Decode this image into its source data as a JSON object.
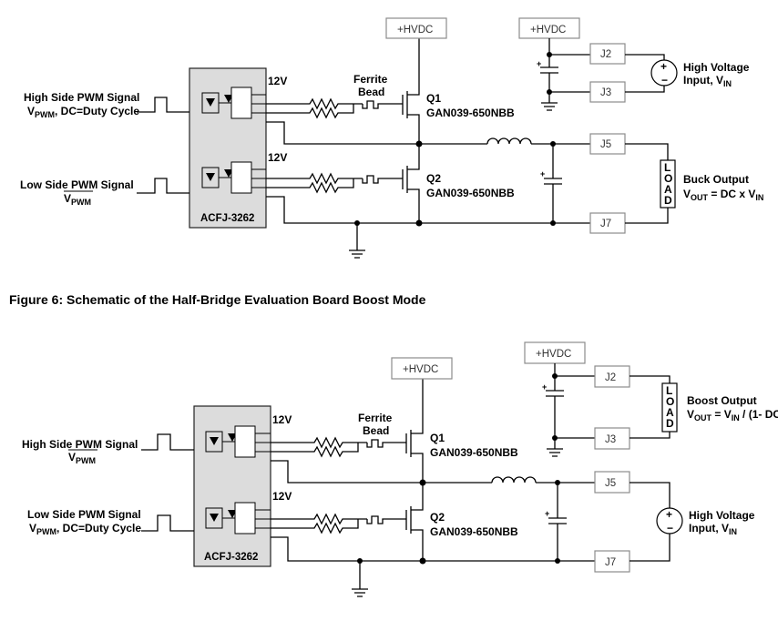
{
  "buck": {
    "hvdc_top": "+HVDC",
    "hvdc_right": "+HVDC",
    "j2": "J2",
    "j3": "J3",
    "j5": "J5",
    "j7": "J7",
    "high_voltage_input": "High Voltage",
    "high_voltage_input2": "Input, V",
    "high_voltage_sub": "IN",
    "high_side_label": "High Side PWM Signal",
    "high_side_v": "V",
    "high_side_v_sub": "PWM",
    "high_side_dc": ", DC=Duty Cycle",
    "low_side_label": "Low Side PWM Signal",
    "low_side_v": "V",
    "low_side_v_sub": "PWM",
    "v12_a": "12V",
    "v12_b": "12V",
    "ferrite1": "Ferrite",
    "ferrite2": "Bead",
    "q1": "Q1",
    "q1_part": "GAN039-650NBB",
    "q2": "Q2",
    "q2_part": "GAN039-650NBB",
    "ic_label": "ACFJ-3262",
    "load": [
      "L",
      "O",
      "A",
      "D"
    ],
    "output_title": "Buck Output",
    "output_eq_v": "V",
    "output_eq_sub": "OUT",
    "output_eq": " = DC x V",
    "output_eq_sub2": "IN"
  },
  "caption": "Figure 6:  Schematic of the Half-Bridge Evaluation Board Boost Mode",
  "boost": {
    "hvdc_top": "+HVDC",
    "hvdc_right": "+HVDC",
    "j2": "J2",
    "j3": "J3",
    "j5": "J5",
    "j7": "J7",
    "high_side_label": "High Side PWM Signal",
    "high_side_v": "V",
    "high_side_v_sub": "PWM",
    "low_side_label": "Low Side PWM Signal",
    "low_side_v": "V",
    "low_side_v_sub": "PWM",
    "low_side_dc": ", DC=Duty Cycle",
    "v12_a": "12V",
    "v12_b": "12V",
    "ferrite1": "Ferrite",
    "ferrite2": "Bead",
    "q1": "Q1",
    "q1_part": "GAN039-650NBB",
    "q2": "Q2",
    "q2_part": "GAN039-650NBB",
    "ic_label": "ACFJ-3262",
    "load": [
      "L",
      "O",
      "A",
      "D"
    ],
    "output_title": "Boost Output",
    "output_eq_v": "V",
    "output_eq_sub": "OUT",
    "output_eq": " = V",
    "output_eq_sub2": "IN",
    "output_eq_tail": " / (1- DC",
    "high_voltage_input": "High Voltage",
    "high_voltage_input2": "Input, V",
    "high_voltage_sub": "IN"
  }
}
